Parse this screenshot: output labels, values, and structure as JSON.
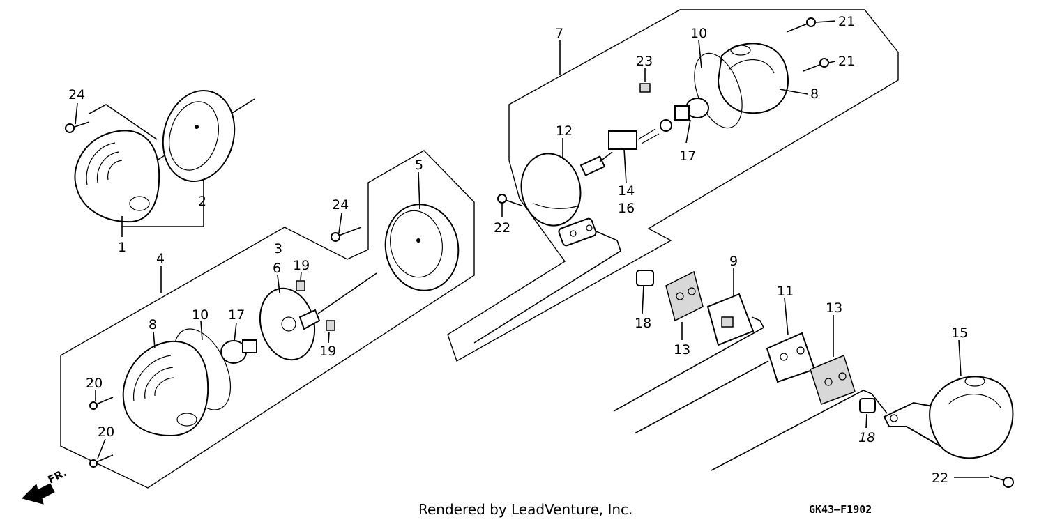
{
  "diagram": {
    "callouts": [
      {
        "id": "c-24a",
        "text": "24"
      },
      {
        "id": "c-2",
        "text": "2"
      },
      {
        "id": "c-1",
        "text": "1"
      },
      {
        "id": "c-5",
        "text": "5"
      },
      {
        "id": "c-24b",
        "text": "24"
      },
      {
        "id": "c-4",
        "text": "4"
      },
      {
        "id": "c-3",
        "text": "3"
      },
      {
        "id": "c-6",
        "text": "6"
      },
      {
        "id": "c-19a",
        "text": "19"
      },
      {
        "id": "c-19b",
        "text": "19"
      },
      {
        "id": "c-8a",
        "text": "8"
      },
      {
        "id": "c-10a",
        "text": "10"
      },
      {
        "id": "c-17a",
        "text": "17"
      },
      {
        "id": "c-20a",
        "text": "20"
      },
      {
        "id": "c-20b",
        "text": "20"
      },
      {
        "id": "c-7",
        "text": "7"
      },
      {
        "id": "c-10b",
        "text": "10"
      },
      {
        "id": "c-21a",
        "text": "21"
      },
      {
        "id": "c-21b",
        "text": "21"
      },
      {
        "id": "c-23",
        "text": "23"
      },
      {
        "id": "c-8b",
        "text": "8"
      },
      {
        "id": "c-12",
        "text": "12"
      },
      {
        "id": "c-17b",
        "text": "17"
      },
      {
        "id": "c-14",
        "text": "14"
      },
      {
        "id": "c-16",
        "text": "16"
      },
      {
        "id": "c-22a",
        "text": "22"
      },
      {
        "id": "c-9",
        "text": "9"
      },
      {
        "id": "c-18a",
        "text": "18"
      },
      {
        "id": "c-13a",
        "text": "13"
      },
      {
        "id": "c-11",
        "text": "11"
      },
      {
        "id": "c-13b",
        "text": "13"
      },
      {
        "id": "c-15",
        "text": "15"
      },
      {
        "id": "c-18b",
        "text": "18"
      },
      {
        "id": "c-22b",
        "text": "22"
      }
    ],
    "front_marker": "FR.",
    "footer_credit": "Rendered by LeadVenture, Inc.",
    "diagram_code": "GK43–F1902"
  }
}
